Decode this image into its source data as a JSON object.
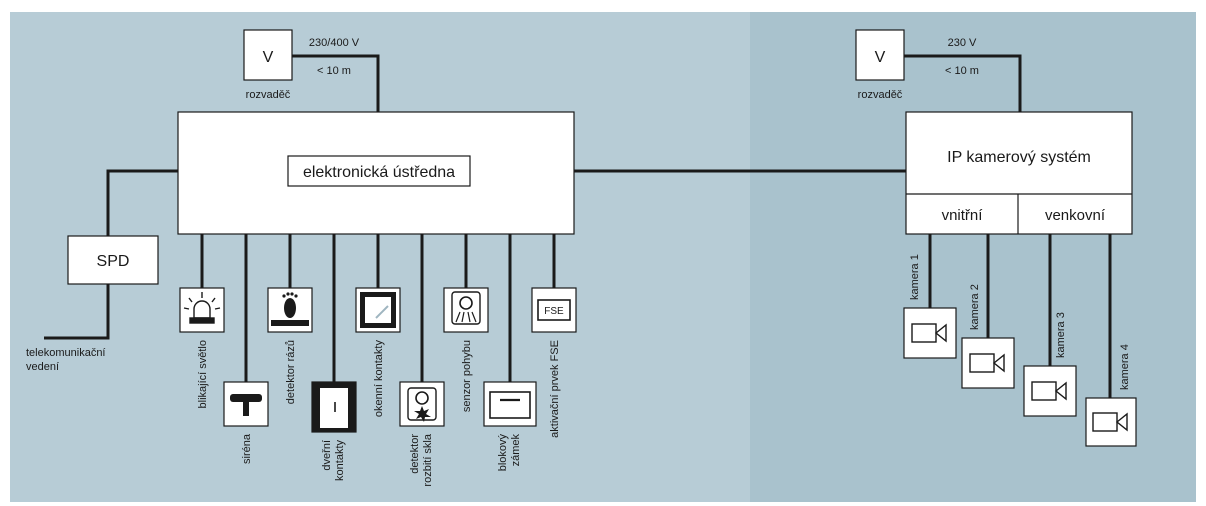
{
  "colors": {
    "panel_left": "#b7ccd6",
    "panel_right": "#a9c2cd",
    "wire": "#1a1a1a",
    "box_fill": "#ffffff"
  },
  "left_supply": {
    "label": "V",
    "caption": "rozvaděč",
    "voltage": "230/400 V",
    "distance": "< 10 m"
  },
  "right_supply": {
    "label": "V",
    "caption": "rozvaděč",
    "voltage": "230 V",
    "distance": "< 10 m"
  },
  "control_unit": {
    "label": "elektronická ústředna"
  },
  "spd": {
    "label": "SPD",
    "telecom_line_1": "telekomunikační",
    "telecom_line_2": "vedení"
  },
  "ip_system": {
    "label": "IP kamerový systém",
    "indoor": "vnitřní",
    "outdoor": "venkovní"
  },
  "devices": [
    {
      "name": "blinking-light",
      "icon": "flashing-light-icon",
      "label_1": "blikající světlo",
      "label_2": ""
    },
    {
      "name": "siren",
      "icon": "siren-icon",
      "label_1": "siréna",
      "label_2": ""
    },
    {
      "name": "shock-detector",
      "icon": "footprint-icon",
      "label_1": "detektor rázů",
      "label_2": ""
    },
    {
      "name": "door-contacts",
      "icon": "door-icon",
      "label_1": "dveřní",
      "label_2": "kontakty"
    },
    {
      "name": "window-contacts",
      "icon": "window-icon",
      "label_1": "okenní kontakty",
      "label_2": ""
    },
    {
      "name": "glass-break-detector",
      "icon": "glass-break-icon",
      "label_1": "detektor",
      "label_2": "rozbití skla"
    },
    {
      "name": "motion-sensor",
      "icon": "motion-sensor-icon",
      "label_1": "senzor pohybu",
      "label_2": ""
    },
    {
      "name": "block-lock",
      "icon": "block-lock-icon",
      "label_1": "blokový",
      "label_2": "zámek"
    },
    {
      "name": "fse-activator",
      "icon": "fse-icon",
      "label_1": "aktivační prvek FSE",
      "label_2": "",
      "icon_text": "FSE"
    }
  ],
  "cameras": [
    {
      "label": "kamera 1",
      "icon": "camera-icon"
    },
    {
      "label": "kamera 2",
      "icon": "camera-icon"
    },
    {
      "label": "kamera 3",
      "icon": "camera-icon"
    },
    {
      "label": "kamera 4",
      "icon": "camera-icon"
    }
  ]
}
